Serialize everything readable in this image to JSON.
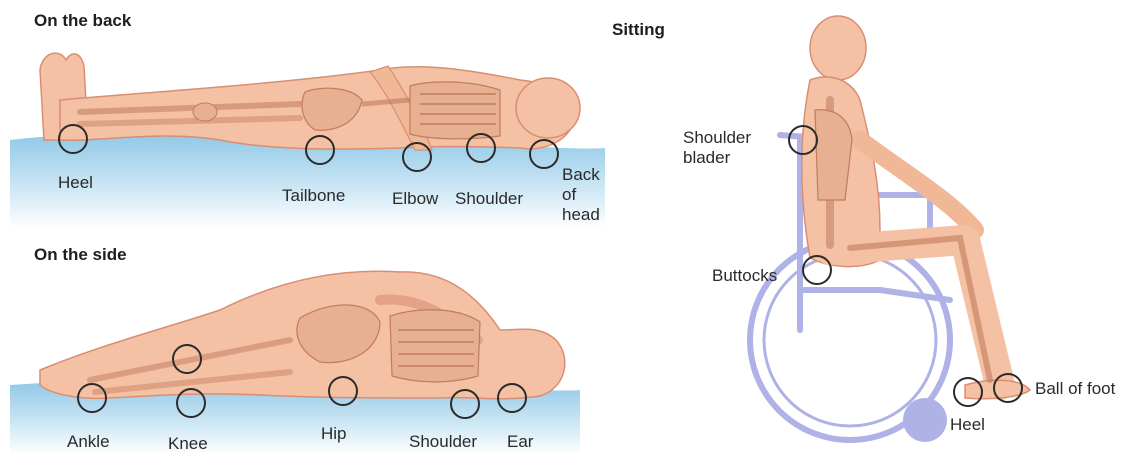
{
  "colors": {
    "skin": "#f4c1a4",
    "skin_outline": "#d98e73",
    "bone": "#e6b091",
    "bone_outline": "#c27b5e",
    "surface_top": "#8fc7e6",
    "surface_bottom": "#ffffff",
    "wheelchair": "#aeb2e6",
    "circle": "#2b2b2b"
  },
  "sections": {
    "back": {
      "heading": "On the back",
      "points": {
        "heel": "Heel",
        "tailbone": "Tailbone",
        "elbow": "Elbow",
        "shoulder": "Shoulder",
        "back_of_head": "Back\nof\nhead"
      }
    },
    "side": {
      "heading": "On the side",
      "points": {
        "ankle": "Ankle",
        "knee": "Knee",
        "hip": "Hip",
        "shoulder": "Shoulder",
        "ear": "Ear"
      }
    },
    "sitting": {
      "heading": "Sitting",
      "points": {
        "shoulder_blade": "Shoulder\nblader",
        "buttocks": "Buttocks",
        "heel": "Heel",
        "ball_of_foot": "Ball of foot"
      }
    }
  }
}
